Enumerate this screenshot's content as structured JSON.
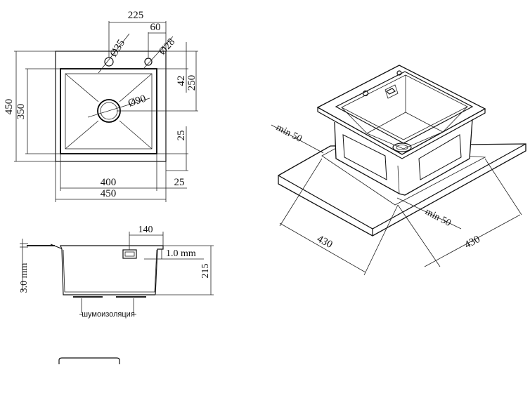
{
  "top_view": {
    "dim_225": "225",
    "dim_60": "60",
    "dim_d35": "Ø35",
    "dim_d28": "Ø28",
    "dim_450_left": "450",
    "dim_350": "350",
    "dim_d90": "Ø90",
    "dim_42": "42",
    "dim_250": "250",
    "dim_25_right": "25",
    "dim_400": "400",
    "dim_450_bottom": "450",
    "dim_25_bottom": "25"
  },
  "section_view": {
    "dim_140": "140",
    "dim_thickness": "1.0 mm",
    "dim_3mm": "3.0 mm",
    "dim_215": "215",
    "label_insulation": "шумоизоляция"
  },
  "iso_view": {
    "min50_left": "min 50",
    "min50_right": "min 50",
    "dim_430_left": "430",
    "dim_430_right": "430"
  },
  "colors": {
    "line": "#111111",
    "background": "#ffffff"
  }
}
